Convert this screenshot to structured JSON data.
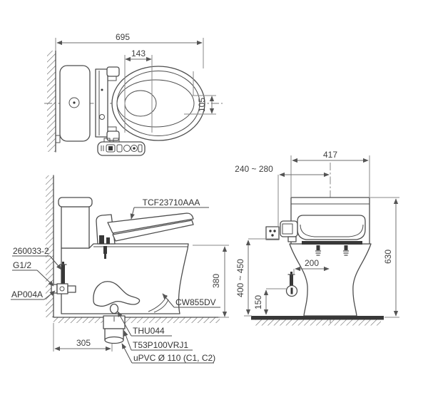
{
  "views": {
    "top": {
      "dims": {
        "overall_depth": "695",
        "water_spot_width": "143",
        "water_spot_offset": "105"
      }
    },
    "side": {
      "labels": {
        "washlet_model": "TCF23710AAA",
        "supply_hose": "260033-2",
        "thread_size": "G1/2",
        "stop_valve": "AP004A",
        "bowl_model": "CW855DV",
        "flange": "THU044",
        "outlet_pipe": "T53P100VRJ1",
        "drain_pipe": "uPVC Ø 110 (C1, C2)"
      },
      "dims": {
        "rim_height": "380",
        "outlet_distance": "305"
      }
    },
    "rear": {
      "dims": {
        "tank_width": "417",
        "outlet_side_range": "240 ~ 280",
        "overall_height": "630",
        "supply_height_range": "400 ~ 450",
        "supply_offset": "200",
        "valve_height": "150"
      }
    }
  },
  "colors": {
    "line": "#4d4d4d",
    "dimension": "#878787",
    "text": "#3f3f3f",
    "dark_fill": "#383838",
    "background": "#ffffff"
  }
}
